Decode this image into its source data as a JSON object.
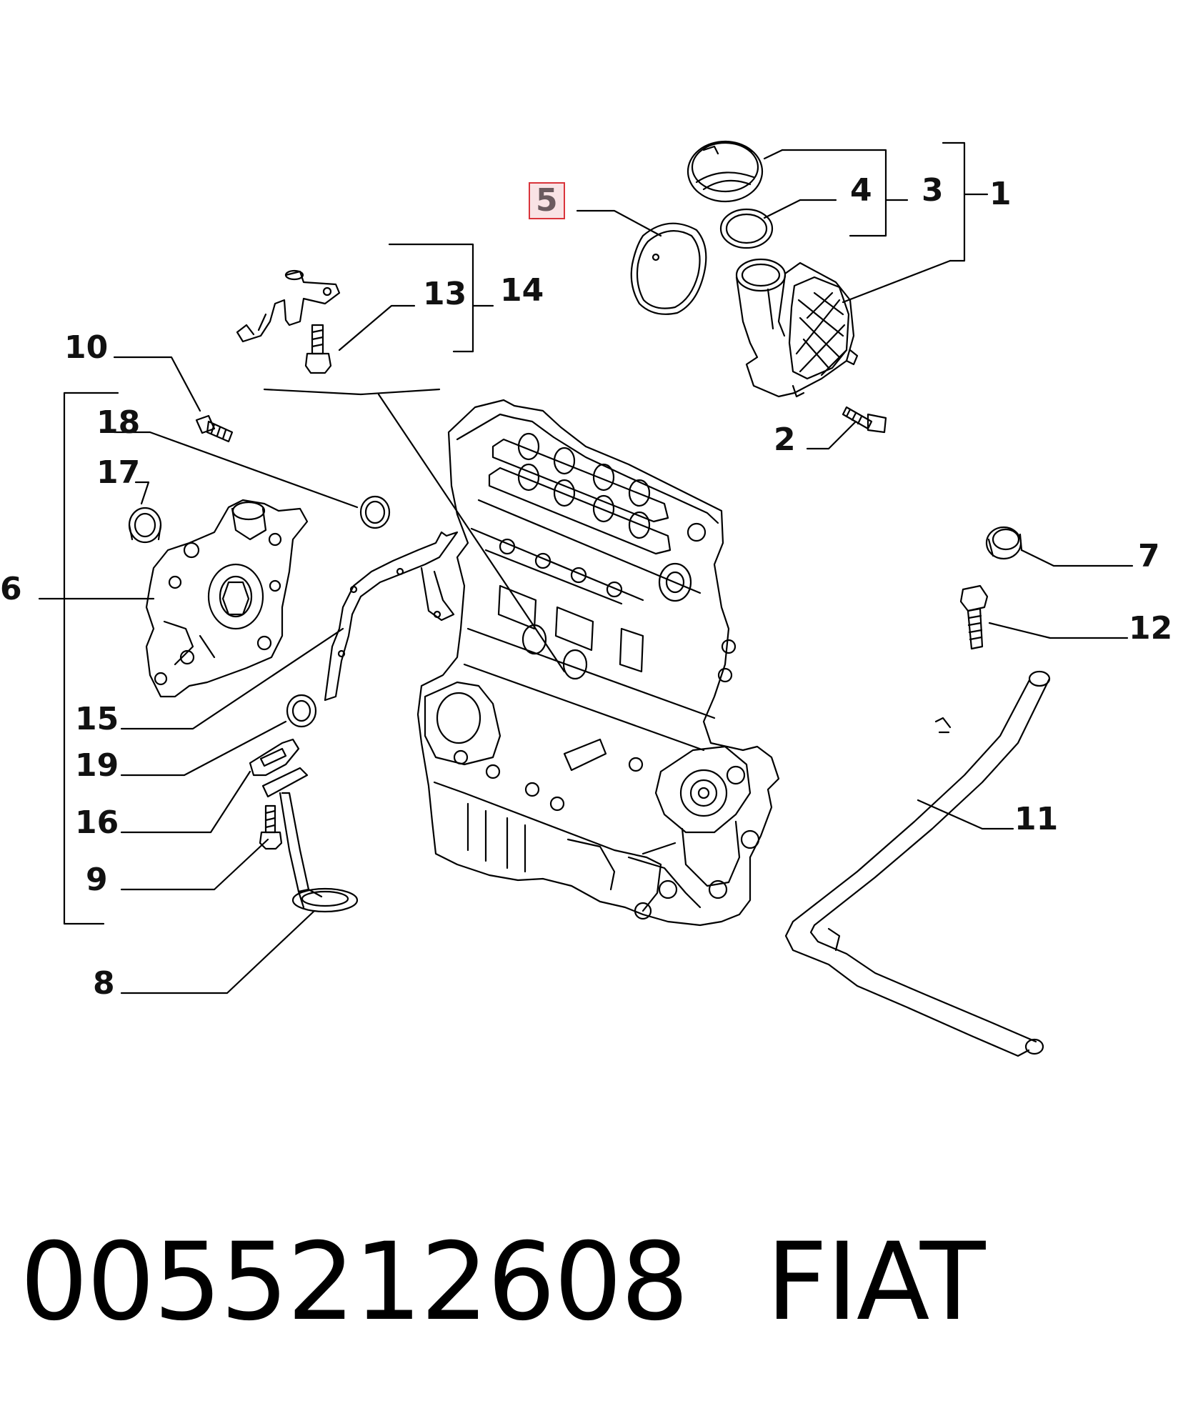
{
  "callouts": {
    "c1": "1",
    "c2": "2",
    "c3": "3",
    "c4": "4",
    "c5": "5",
    "c6": "6",
    "c7": "7",
    "c8": "8",
    "c9": "9",
    "c10": "10",
    "c11": "11",
    "c12": "12",
    "c13": "13",
    "c14": "14",
    "c15": "15",
    "c16": "16",
    "c17": "17",
    "c18": "18",
    "c19": "19"
  },
  "highlighted_callout": "5",
  "colors": {
    "highlight_border": "#d9343b",
    "highlight_fill": "#f9e3e5",
    "line": "#000000"
  },
  "footer": {
    "part_number": "0055212608",
    "brand": "FIAT"
  }
}
